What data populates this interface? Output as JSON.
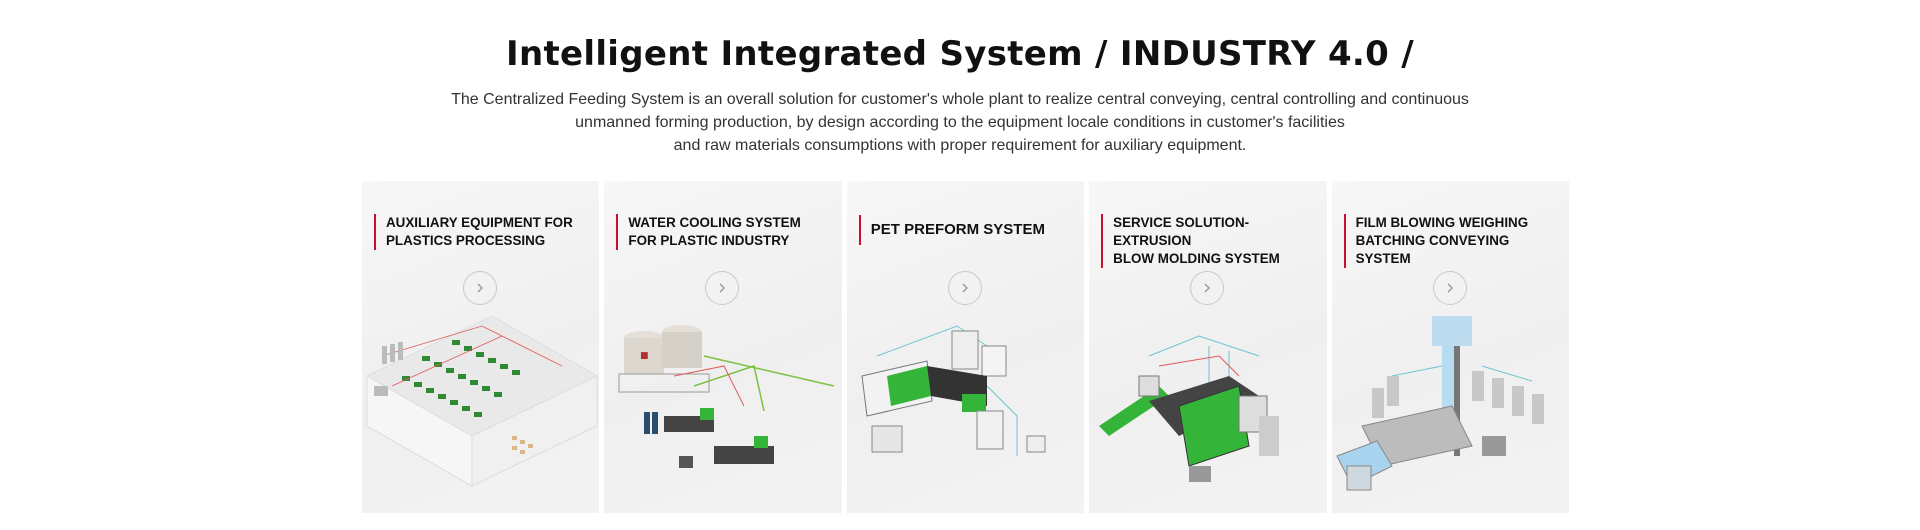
{
  "heading": "Intelligent Integrated System / INDUSTRY 4.0 /",
  "description": [
    "The Centralized Feeding System is an overall solution for customer's whole plant to realize central conveying, central controlling and continuous",
    "unmanned forming production, by design according to the equipment locale conditions in customer's facilities",
    "and raw materials consumptions with proper requirement for auxiliary equipment."
  ],
  "cards": [
    {
      "title_lines": [
        "AUXILIARY EQUIPMENT FOR",
        "PLASTICS PROCESSING"
      ],
      "icon": "chevron-right-icon"
    },
    {
      "title_lines": [
        "WATER COOLING SYSTEM",
        "FOR PLASTIC INDUSTRY"
      ],
      "icon": "chevron-right-icon"
    },
    {
      "title_lines": [
        "PET PREFORM SYSTEM"
      ],
      "icon": "chevron-right-icon"
    },
    {
      "title_lines": [
        "SERVICE SOLUTION-EXTRUSION",
        "BLOW MOLDING SYSTEM"
      ],
      "icon": "chevron-right-icon"
    },
    {
      "title_lines": [
        "FILM BLOWING WEIGHING",
        "BATCHING CONVEYING SYSTEM"
      ],
      "icon": "chevron-right-icon"
    }
  ],
  "colors": {
    "accent": "#c8102e",
    "machine_green": "#35b43a",
    "card_bg": "#f2f2f2"
  }
}
